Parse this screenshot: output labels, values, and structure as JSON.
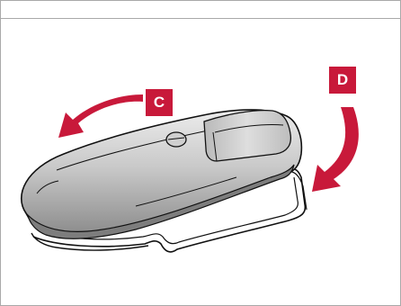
{
  "figure": {
    "labels": {
      "c": "C",
      "d": "D"
    },
    "colors": {
      "accent": "#c8193a",
      "body_light": "#d8d8d8",
      "body_mid": "#a9a9a9",
      "body_dark": "#6d6d6d",
      "outline": "#111111",
      "frame": "#a9a9a9"
    },
    "icons": {
      "arrow_c": "curved-arrow-left",
      "arrow_d": "curved-arrow-down",
      "object": "key-fob"
    }
  }
}
